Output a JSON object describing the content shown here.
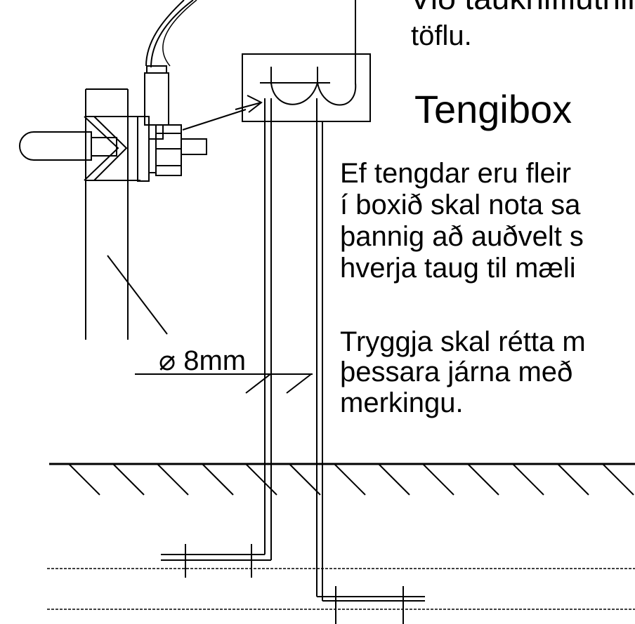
{
  "text": {
    "top_line_1": "Við tauknifflutnin",
    "top_line_2": "töflu.",
    "heading": "Tengibox",
    "paragraph_1": [
      "Ef tengdar eru fleir",
      "í boxið skal nota sa",
      "þannig að auðvelt s",
      "hverja taug til mæli"
    ],
    "paragraph_2": [
      "Tryggja skal rétta m",
      "þessara járna með",
      "merkingu."
    ],
    "dimension_label": "⌀ 8mm"
  },
  "colors": {
    "line": "#000000",
    "background": "#ffffff"
  }
}
